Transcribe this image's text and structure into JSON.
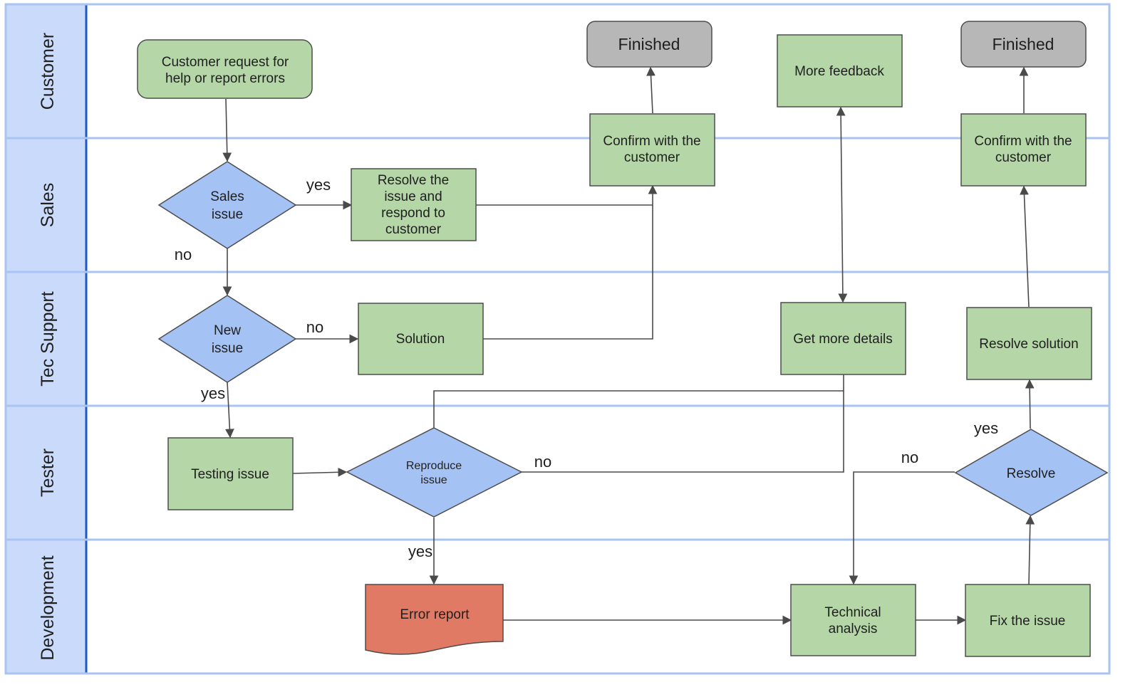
{
  "colors": {
    "lane_header_bg": "#c9dafa",
    "lane_header_border": "#1f57c9",
    "lane_border": "#a9c4f2",
    "process_fill": "#b5d7a8",
    "process_stroke": "#4d4d4d",
    "decision_fill": "#a4c2f4",
    "terminal_fill": "#b7b7b7",
    "document_fill": "#e07a64",
    "connector": "#4a4a4a"
  },
  "lanes": [
    {
      "id": "customer",
      "label": "Customer"
    },
    {
      "id": "sales",
      "label": "Sales"
    },
    {
      "id": "tec-support",
      "label": "Tec Support"
    },
    {
      "id": "tester",
      "label": "Tester"
    },
    {
      "id": "development",
      "label": "Development"
    }
  ],
  "nodes": {
    "customer_request": {
      "shape": "rounded-process",
      "lines": [
        "Customer request for",
        "help or report errors"
      ]
    },
    "finished_1": {
      "shape": "terminal",
      "lines": [
        "Finished"
      ]
    },
    "more_feedback": {
      "shape": "process",
      "lines": [
        "More feedback"
      ]
    },
    "finished_2": {
      "shape": "terminal",
      "lines": [
        "Finished"
      ]
    },
    "sales_issue": {
      "shape": "decision",
      "lines": [
        "Sales",
        "issue"
      ]
    },
    "resolve_respond": {
      "shape": "process",
      "lines": [
        "Resolve the",
        "issue and",
        "respond to",
        "customer"
      ]
    },
    "confirm_1": {
      "shape": "process",
      "lines": [
        "Confirm with the",
        "customer"
      ]
    },
    "confirm_2": {
      "shape": "process",
      "lines": [
        "Confirm with the",
        "customer"
      ]
    },
    "new_issue": {
      "shape": "decision",
      "lines": [
        "New",
        "issue"
      ]
    },
    "solution": {
      "shape": "process",
      "lines": [
        "Solution"
      ]
    },
    "get_more_details": {
      "shape": "process",
      "lines": [
        "Get more details"
      ]
    },
    "resolve_solution": {
      "shape": "process",
      "lines": [
        "Resolve solution"
      ]
    },
    "testing_issue": {
      "shape": "process",
      "lines": [
        "Testing issue"
      ]
    },
    "reproduce_issue": {
      "shape": "decision",
      "lines": [
        "Reproduce",
        "issue"
      ]
    },
    "resolve": {
      "shape": "decision",
      "lines": [
        "Resolve"
      ]
    },
    "error_report": {
      "shape": "document",
      "lines": [
        "Error report"
      ]
    },
    "technical_analysis": {
      "shape": "process",
      "lines": [
        "Technical",
        "analysis"
      ]
    },
    "fix_issue": {
      "shape": "process",
      "lines": [
        "Fix the issue"
      ]
    }
  },
  "edge_labels": {
    "sales_yes": "yes",
    "sales_no": "no",
    "new_no": "no",
    "new_yes": "yes",
    "reproduce_no": "no",
    "reproduce_yes": "yes",
    "resolve_yes": "yes",
    "resolve_no": "no"
  }
}
